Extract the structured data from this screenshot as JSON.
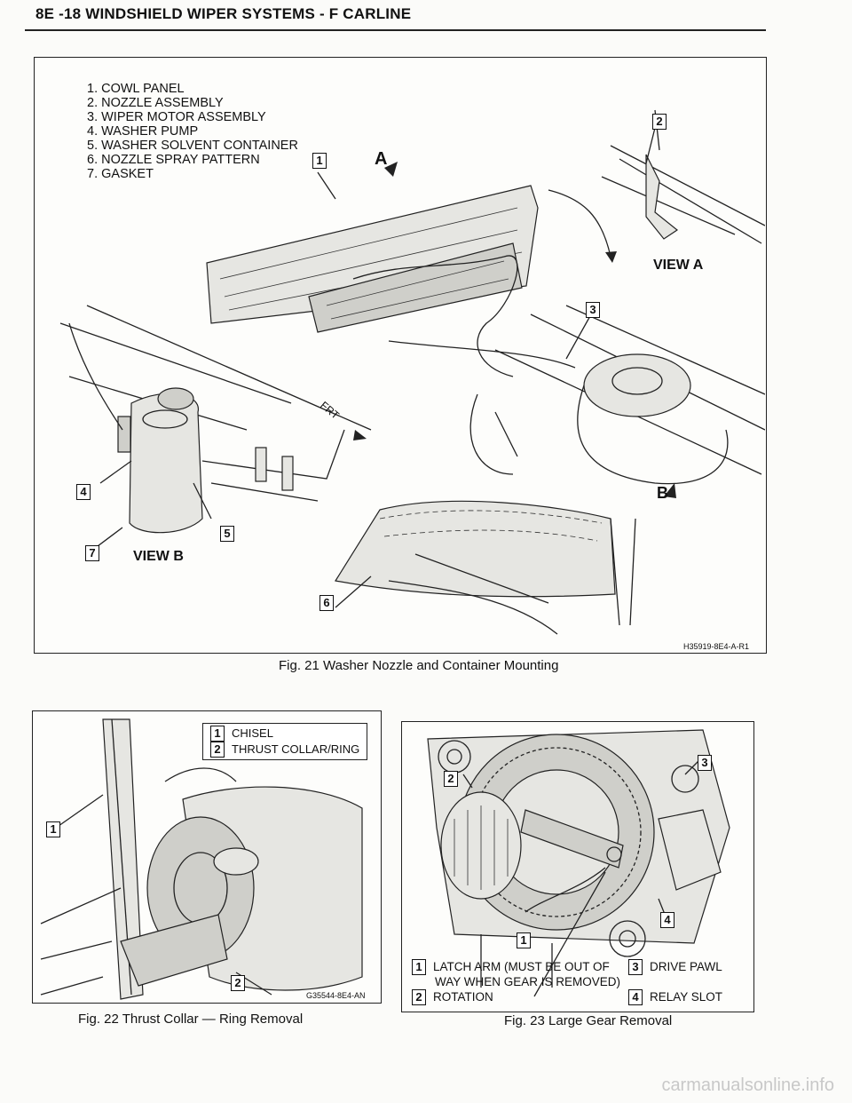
{
  "header": {
    "title": "8E -18  WINDSHIELD WIPER SYSTEMS - F CARLINE"
  },
  "fig21": {
    "legend": [
      "1. COWL PANEL",
      "2. NOZZLE ASSEMBLY",
      "3. WIPER MOTOR ASSEMBLY",
      "4. WASHER PUMP",
      "5. WASHER SOLVENT CONTAINER",
      "6. NOZZLE SPRAY PATTERN",
      "7. GASKET"
    ],
    "view_a": "VIEW A",
    "view_b": "VIEW B",
    "marker_a": "A",
    "marker_b": "B",
    "frt": "FRT",
    "code": "H35919-8E4-A-R1",
    "caption": "Fig. 21 Washer Nozzle and Container Mounting",
    "callouts": [
      "1",
      "2",
      "3",
      "4",
      "5",
      "6",
      "7"
    ]
  },
  "fig22": {
    "key": [
      {
        "num": "1",
        "label": "CHISEL"
      },
      {
        "num": "2",
        "label": "THRUST COLLAR/RING"
      }
    ],
    "callouts": [
      "1",
      "2"
    ],
    "code": "G35544-8E4-AN",
    "caption": "Fig. 22 Thrust Collar — Ring Removal"
  },
  "fig23": {
    "callouts": [
      "3",
      "2",
      "1",
      "4"
    ],
    "key_left": [
      {
        "num": "1",
        "label": "LATCH ARM (MUST BE OUT OF",
        "label2": "WAY WHEN GEAR IS REMOVED)"
      },
      {
        "num": "2",
        "label": "ROTATION"
      }
    ],
    "key_right": [
      {
        "num": "3",
        "label": "DRIVE PAWL"
      },
      {
        "num": "4",
        "label": "RELAY SLOT"
      }
    ],
    "caption": "Fig. 23 Large Gear Removal"
  },
  "watermark": "carmanualsonline.info"
}
